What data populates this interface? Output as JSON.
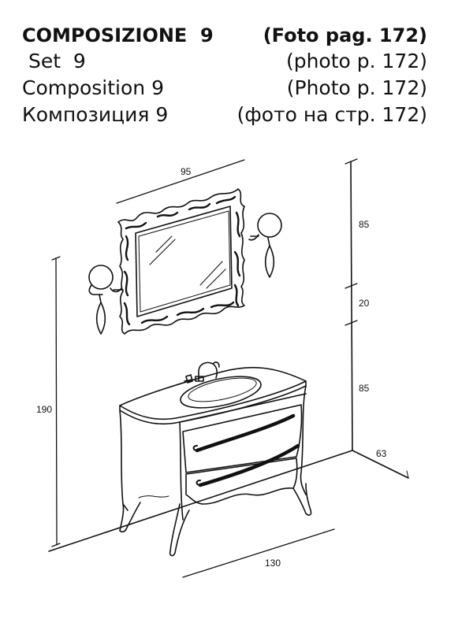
{
  "header": {
    "rows": [
      {
        "left": "COMPOSIZIONE  9",
        "right": "(Foto pag. 172)"
      },
      {
        "left": " Set  9",
        "right": "(photo p. 172)"
      },
      {
        "left": "Composition 9",
        "right": "(Photo p. 172)"
      },
      {
        "left": "Композиция 9",
        "right": "(фото на стр. 172)"
      }
    ]
  },
  "dimensions": {
    "mirror_width": "95",
    "mirror_height": "85",
    "gap": "20",
    "cabinet_height": "85",
    "total_height": "190",
    "depth": "63",
    "width": "130"
  }
}
